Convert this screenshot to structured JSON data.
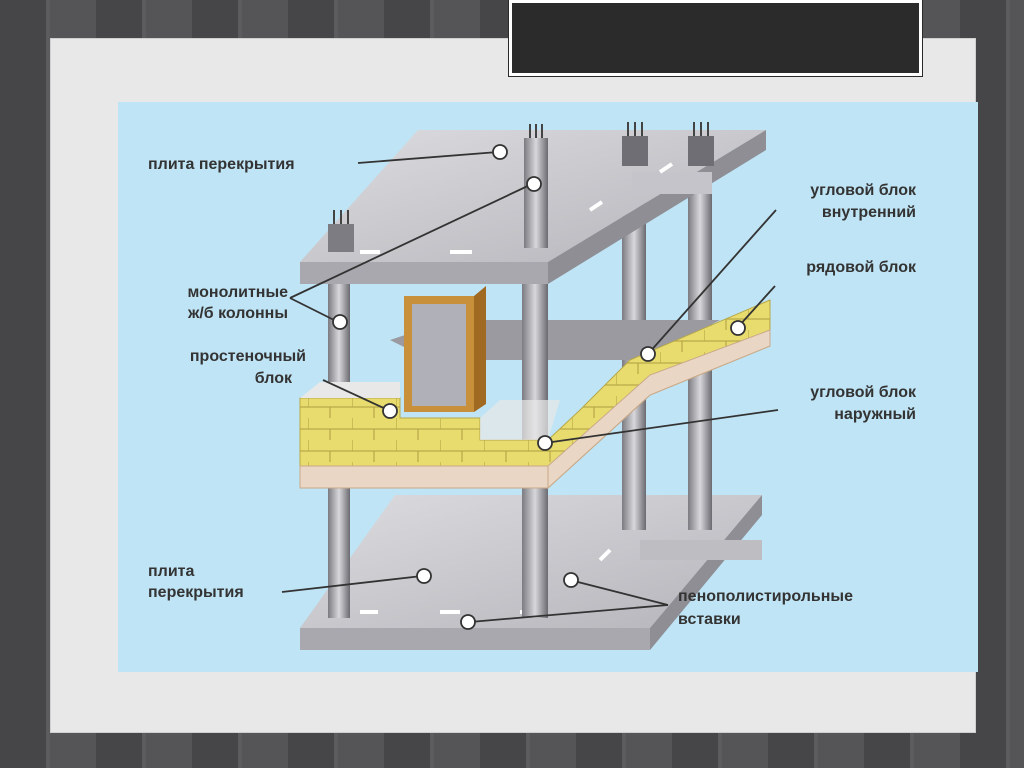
{
  "labels": {
    "slab_top": "плита перекрытия",
    "columns_l1": "монолитные",
    "columns_l2": "ж/б колонны",
    "pier_l1": "простеночный",
    "pier_l2": "блок",
    "slab_bottom_l1": "плита",
    "slab_bottom_l2": "перекрытия",
    "corner_inner_l1": "угловой блок",
    "corner_inner_l2": "внутренний",
    "row_block": "рядовой блок",
    "corner_outer_l1": "угловой блок",
    "corner_outer_l2": "наружный",
    "foam_l1": "пенополистирольные",
    "foam_l2": "вставки"
  },
  "colors": {
    "panel": "#bfe4f5",
    "concrete": "#d0d0d4",
    "block": "#e6d96a",
    "frame": "#c8903a"
  }
}
